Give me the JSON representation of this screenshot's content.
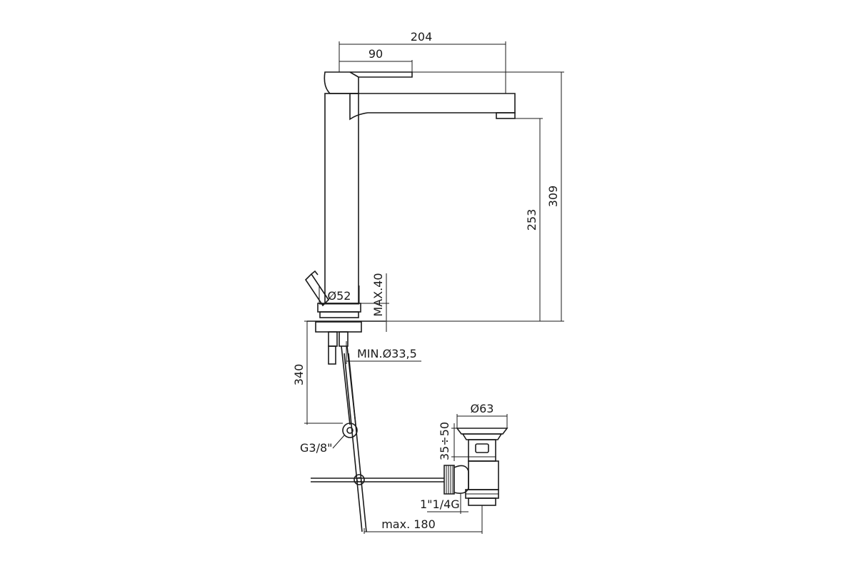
{
  "dimensions": {
    "overall_reach": "204",
    "lever_reach": "90",
    "total_height": "309",
    "spout_height": "253",
    "base_diameter": "Ø52",
    "max_deck_thickness": "MAX.40",
    "min_hole_diameter": "MIN.Ø33,5",
    "hose_length": "340",
    "connection_thread": "G3/8\"",
    "waste_diameter": "Ø63",
    "waste_range": "35÷50",
    "waste_thread": "1\"1/4G",
    "rod_max": "max. 180"
  }
}
